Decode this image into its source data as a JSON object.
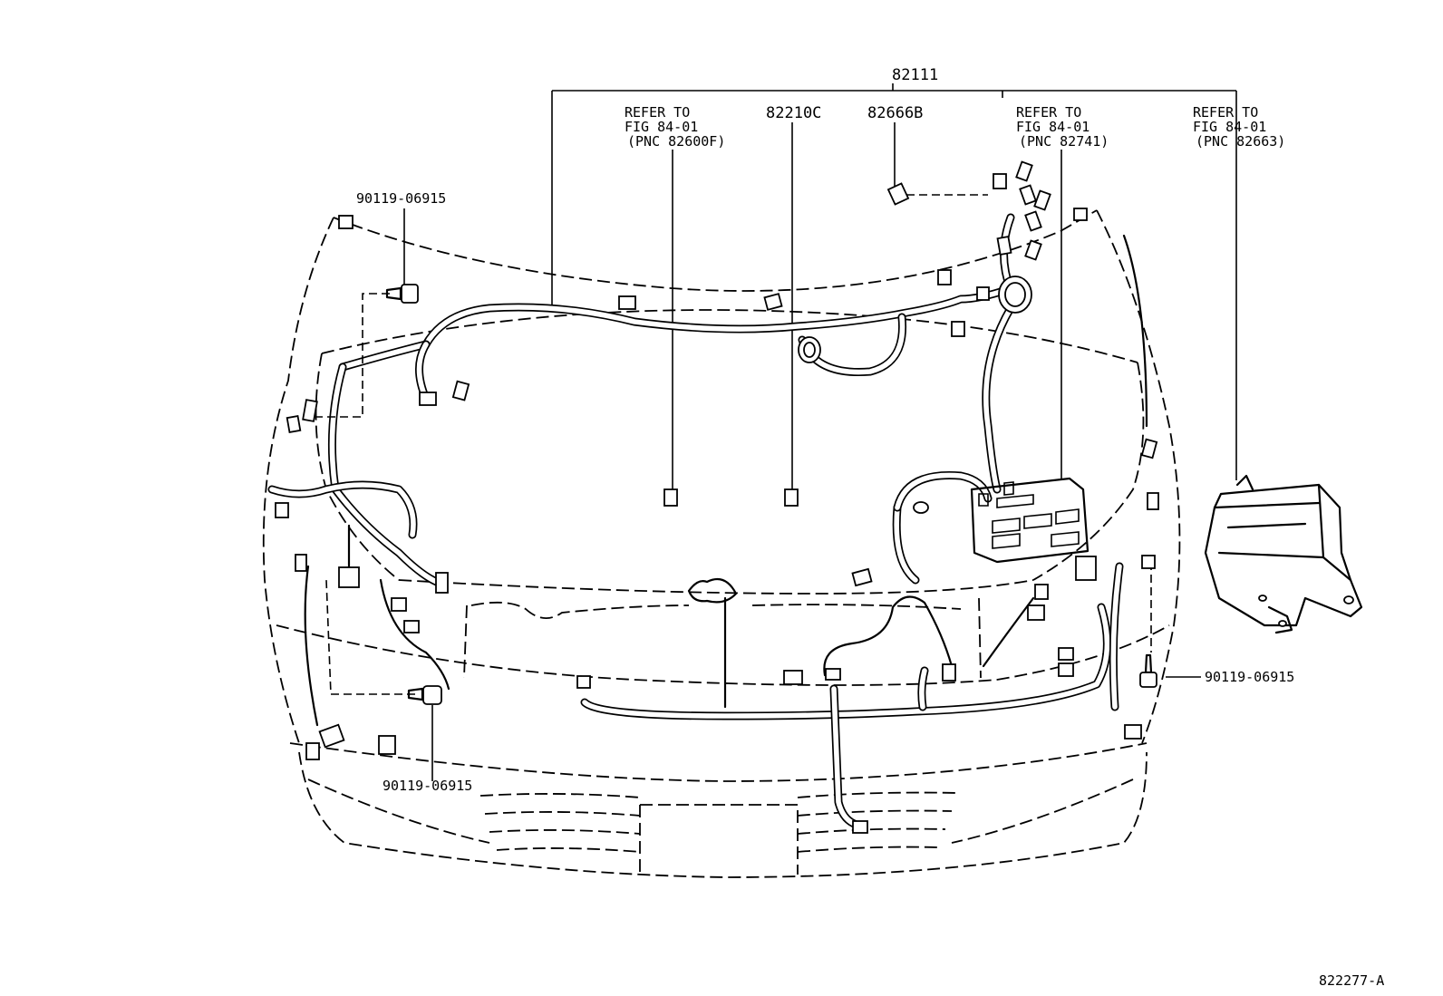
{
  "labels": {
    "harness_main": "82111",
    "clamp_a": "82210C",
    "clamp_b": "82666B",
    "refer_left": {
      "line1": "REFER TO",
      "line2": "FIG 84-01",
      "line3": "(PNC 82600F)"
    },
    "refer_mid": {
      "line1": "REFER TO",
      "line2": "FIG 84-01",
      "line3": "(PNC 82741)"
    },
    "refer_right": {
      "line1": "REFER TO",
      "line2": "FIG 84-01",
      "line3": "(PNC 82663)"
    },
    "bolt_top_left": "90119-06915",
    "bolt_bottom_left": "90119-06915",
    "bolt_right": "90119-06915",
    "figure_id": "822277-A"
  }
}
